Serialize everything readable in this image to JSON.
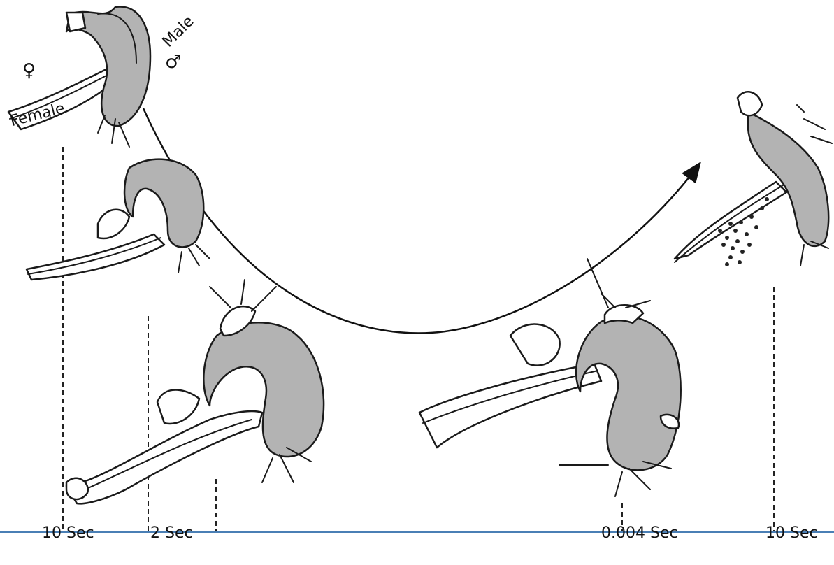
{
  "labels": {
    "female": "Female",
    "male": "Male",
    "female_symbol": "♀",
    "male_symbol": "♂"
  },
  "timeline": {
    "axis_color": "#4a7fb5",
    "ticks": [
      {
        "label": "10 Sec"
      },
      {
        "label": "2 Sec"
      },
      {
        "label": "0.004 Sec"
      },
      {
        "label": "10 Sec"
      }
    ]
  },
  "colors": {
    "fish_fill": "#b3b3b3",
    "outline": "#1a1a1a"
  }
}
